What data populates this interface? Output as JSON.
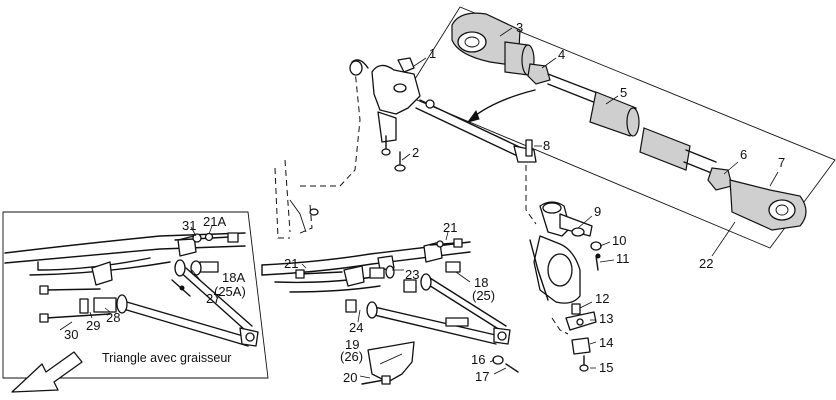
{
  "callouts": [
    {
      "id": "c1",
      "text": "1"
    },
    {
      "id": "c2",
      "text": "2"
    },
    {
      "id": "c3",
      "text": "3"
    },
    {
      "id": "c4",
      "text": "4"
    },
    {
      "id": "c5",
      "text": "5"
    },
    {
      "id": "c6",
      "text": "6"
    },
    {
      "id": "c7",
      "text": "7"
    },
    {
      "id": "c8",
      "text": "8"
    },
    {
      "id": "c9",
      "text": "9"
    },
    {
      "id": "c10",
      "text": "10"
    },
    {
      "id": "c11",
      "text": "11"
    },
    {
      "id": "c12",
      "text": "12"
    },
    {
      "id": "c13",
      "text": "13"
    },
    {
      "id": "c14",
      "text": "14"
    },
    {
      "id": "c15",
      "text": "15"
    },
    {
      "id": "c16",
      "text": "16"
    },
    {
      "id": "c17",
      "text": "17"
    },
    {
      "id": "c18",
      "text": "18"
    },
    {
      "id": "c18b",
      "text": "(25)"
    },
    {
      "id": "c19",
      "text": "19"
    },
    {
      "id": "c19b",
      "text": "(26)"
    },
    {
      "id": "c20",
      "text": "20"
    },
    {
      "id": "c21a",
      "text": "21"
    },
    {
      "id": "c21b",
      "text": "21"
    },
    {
      "id": "c22",
      "text": "22"
    },
    {
      "id": "c23",
      "text": "23"
    },
    {
      "id": "c24",
      "text": "24"
    },
    {
      "id": "c27",
      "text": "27"
    },
    {
      "id": "c28",
      "text": "28"
    },
    {
      "id": "c29",
      "text": "29"
    },
    {
      "id": "c30",
      "text": "30"
    },
    {
      "id": "c31",
      "text": "31"
    },
    {
      "id": "c21A",
      "text": "21A"
    },
    {
      "id": "c18A",
      "text": "18A"
    },
    {
      "id": "c25A",
      "text": "(25A)"
    }
  ],
  "inset": {
    "caption": "Triangle avec graisseur"
  }
}
